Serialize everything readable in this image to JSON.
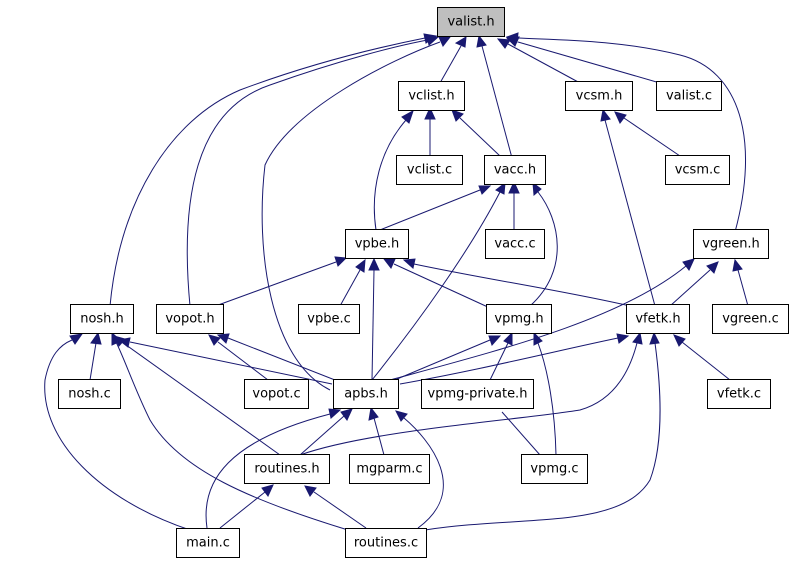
{
  "colors": {
    "edge": "#191970",
    "focus_fill": "#bfbfbf",
    "node_fill": "#ffffff",
    "node_stroke": "#000000"
  },
  "nodes": {
    "valist_h": "valist.h",
    "vclist_h": "vclist.h",
    "vcsm_h": "vcsm.h",
    "valist_c": "valist.c",
    "vclist_c": "vclist.c",
    "vacc_h": "vacc.h",
    "vcsm_c": "vcsm.c",
    "vpbe_h": "vpbe.h",
    "vacc_c": "vacc.c",
    "vgreen_h": "vgreen.h",
    "nosh_h": "nosh.h",
    "vopot_h": "vopot.h",
    "vpbe_c": "vpbe.c",
    "vpmg_h": "vpmg.h",
    "vfetk_h": "vfetk.h",
    "vgreen_c": "vgreen.c",
    "nosh_c": "nosh.c",
    "vopot_c": "vopot.c",
    "apbs_h": "apbs.h",
    "vpmg_private_h": "vpmg-private.h",
    "vfetk_c": "vfetk.c",
    "routines_h": "routines.h",
    "mgparm_c": "mgparm.c",
    "vpmg_c": "vpmg.c",
    "main_c": "main.c",
    "routines_c": "routines.c"
  }
}
